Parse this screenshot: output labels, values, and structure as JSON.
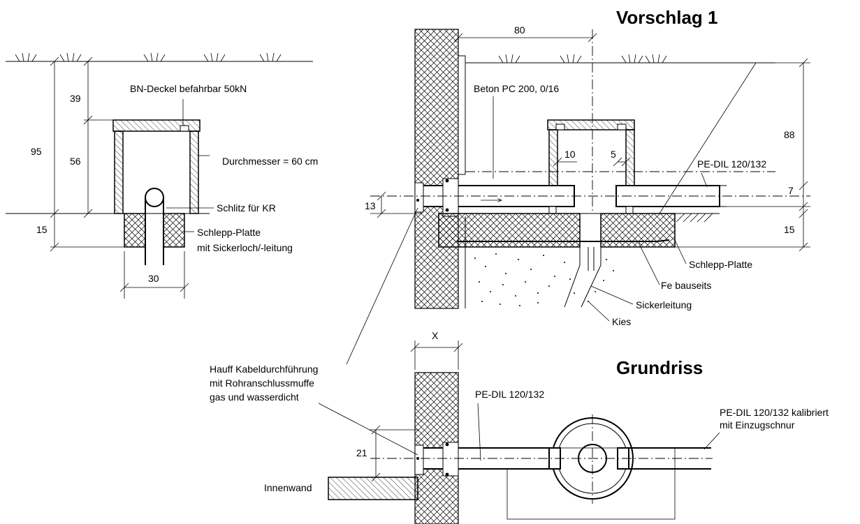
{
  "titles": {
    "section": "Vorschlag 1",
    "plan": "Grundriss"
  },
  "left_detail": {
    "cover": "BN-Deckel befahrbar 50kN",
    "diameter": "Durchmesser = 60 cm",
    "slot": "Schlitz für KR",
    "slab_line1": "Schlepp-Platte",
    "slab_line2": "mit Sickerloch/-leitung",
    "dims": {
      "total": "95",
      "top": "39",
      "shaft": "56",
      "slab": "15",
      "width": "30"
    }
  },
  "section": {
    "concrete": "Beton PC 200, 0/16",
    "pipe": "PE-DIL 120/132",
    "slab": "Schlepp-Platte",
    "rebar": "Fe bauseits",
    "drain": "Sickerleitung",
    "gravel": "Kies",
    "dims": {
      "offset": "80",
      "depth": "88",
      "wall_gap": "10",
      "gap": "5",
      "pipe_h": "7",
      "pipe_low": "13",
      "slab": "15"
    }
  },
  "plan": {
    "penetration_line1": "Hauff Kabeldurchführung",
    "penetration_line2": "mit Rohranschlussmuffe",
    "penetration_line3": "gas und wasserdicht",
    "pipe_left": "PE-DIL 120/132",
    "pipe_right_line1": "PE-DIL 120/132 kalibriert",
    "pipe_right_line2": "mit Einzugschnur",
    "inner_wall": "Innenwand",
    "dims": {
      "x": "X",
      "height": "21"
    }
  }
}
